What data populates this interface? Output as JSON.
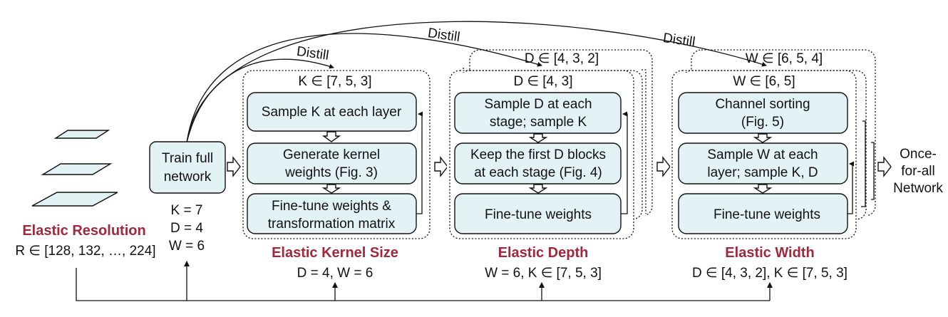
{
  "res": {
    "title": "Elastic Resolution",
    "range": "R ∈ [128, 132, …, 224]"
  },
  "train": {
    "line1": "Train full",
    "line2": "network",
    "k": "K = 7",
    "d": "D = 4",
    "w": "W = 6"
  },
  "distill": [
    "Distill",
    "Distill",
    "Distill"
  ],
  "kernel": {
    "header": "K ∈ [7, 5, 3]",
    "step1": "Sample K at each layer",
    "step2_l1": "Generate kernel",
    "step2_l2": "weights (Fig. 3)",
    "step3_l1": "Fine-tune weights &",
    "step3_l2": "transformation matrix",
    "title": "Elastic Kernel Size",
    "fixed": "D = 4, W = 6"
  },
  "depth": {
    "header_back": "D ∈ [4, 3, 2]",
    "header_front": "D ∈ [4, 3]",
    "step1_l1": "Sample D at each",
    "step1_l2": "stage; sample K",
    "step2_l1": "Keep the first D blocks",
    "step2_l2": "at each stage (Fig. 4)",
    "step3": "Fine-tune weights",
    "title": "Elastic Depth",
    "fixed": "W = 6, K ∈ [7, 5, 3]"
  },
  "width": {
    "header_back": "W ∈ [6, 5, 4]",
    "header_front": "W ∈ [6, 5]",
    "step1_l1": "Channel sorting",
    "step1_l2": "(Fig. 5)",
    "step2_l1": "Sample W at each",
    "step2_l2": "layer; sample K, D",
    "step3": "Fine-tune weights",
    "title": "Elastic Width",
    "fixed": "D ∈ [4, 3, 2], K ∈ [7, 5, 3]"
  },
  "output": {
    "l1": "Once-",
    "l2": "for-all",
    "l3": "Network"
  }
}
